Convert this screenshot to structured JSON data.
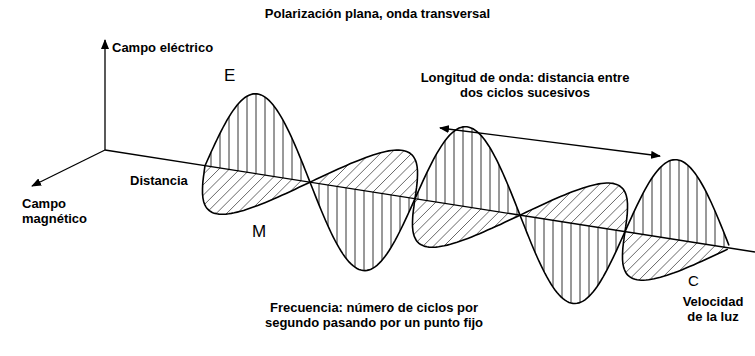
{
  "diagram": {
    "title": "Polarización plana, onda transversal",
    "labels": [
      "Campo eléctrico",
      "Campo magnético",
      "Distancia",
      "E",
      "M",
      "Longitud de onda: distancia entre dos ciclos sucesivos",
      "C",
      "Velocidad de la luz",
      "Frecuencia: número de ciclos por segundo pasando por un punto fijo"
    ]
  }
}
